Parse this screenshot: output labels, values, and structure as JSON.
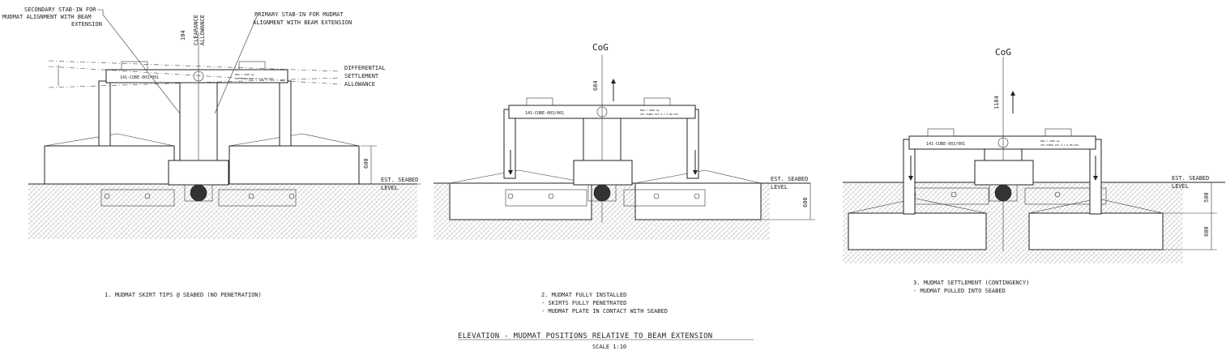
{
  "figure": {
    "title": "ELEVATION - MUDMAT POSITIONS RELATIVE TO BEAM EXTENSION",
    "scale": "SCALE 1:10"
  },
  "views": [
    {
      "caption": [
        "1. MUDMAT SKIRT TIPS @ SEABED (NO PENETRATION)"
      ],
      "labels": {
        "secondary_stab": [
          "SECONDARY STAB-IN FOR",
          "MUDMAT ALIGNMENT WITH BEAM",
          "EXTENSION"
        ],
        "primary_stab": [
          "PRIMARY STAB-IN FOR MUDMAT",
          "ALIGNMENT WITH BEAM EXTENSION"
        ],
        "clearance": [
          "CLEARANCE",
          "ALLOWANCE"
        ],
        "clearance_dim": "104",
        "differential": [
          "DIFFERENTIAL",
          "SETTLEMENT",
          "ALLOWANCE"
        ],
        "seabed": [
          "EST. SEABED",
          "LEVEL"
        ],
        "dim_600": "600",
        "plate_id": "141-CUBE-003/001",
        "plate_small": [
          "MGW = 1000 kg",
          "SPT PONDS DAY 0.7.6 BD-650"
        ]
      }
    },
    {
      "caption": [
        "2. MUDMAT FULLY INSTALLED",
        "- SKIRTS FULLY PENETRATED",
        "- MUDMAT PLATE IN CONTACT WITH SEABED"
      ],
      "labels": {
        "cog": "CoG",
        "cog_dim": "684",
        "seabed": [
          "EST. SEABED",
          "LEVEL"
        ],
        "dim_600": "600",
        "plate_id": "141-CUBE-003/001",
        "plate_small": [
          "MGW = 1000 kg",
          "SPT PONDS DAY 0.7.6 BD-650"
        ]
      }
    },
    {
      "caption": [
        "3. MUDMAT SETTLEMENT (CONTINGENCY)",
        "- MUDMAT PULLED INTO SEABED"
      ],
      "labels": {
        "cog": "CoG",
        "cog_dim": "1184",
        "seabed": [
          "EST. SEABED",
          "LEVEL"
        ],
        "dim_500": "500",
        "dim_600": "600",
        "plate_id": "141-CUBE-003/001",
        "plate_small": [
          "MGW = 1000 kg",
          "SPT PONDS DAY 0.7.6 BD-650"
        ]
      }
    }
  ]
}
